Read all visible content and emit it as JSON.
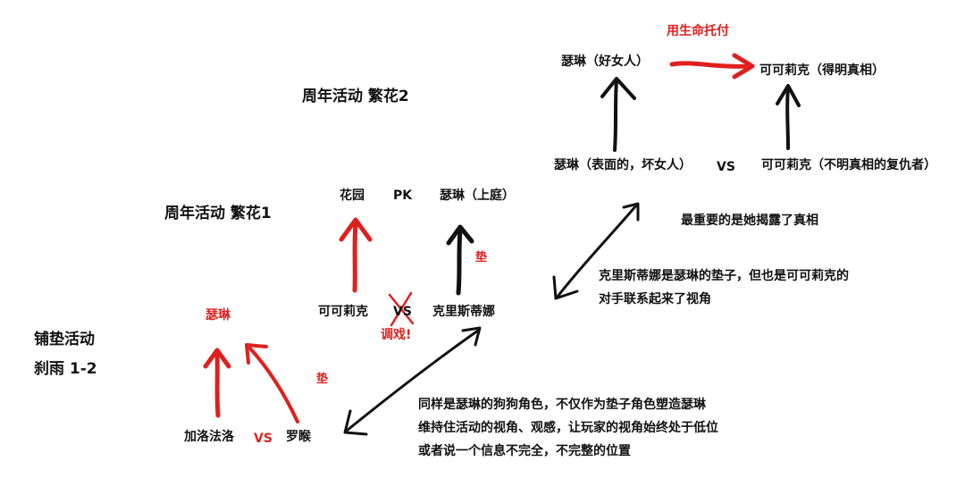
{
  "labels": {
    "event_anniversary_2": "周年活动 繁花2",
    "event_anniversary_1": "周年活动 繁花1",
    "event_setup_line1": "铺垫活动",
    "event_setup_line2": "刹雨 1-2",
    "selin_good": "瑟琳（好女人）",
    "kekelike_truth": "可可莉克（得明真相）",
    "entrust_life": "用生命托付",
    "selin_surface": "瑟琳（表面的，坏女人）",
    "vs_top": "VS",
    "kekelike_avenger": "可可莉克（不明真相的复仇者）",
    "most_important": "最重要的是她揭露了真相",
    "garden": "花园",
    "pk": "PK",
    "selin_court": "瑟琳（上庭）",
    "dian_right": "垫",
    "kekelike_mid": "可可莉克",
    "vs_mid": "VS",
    "christina": "克里斯蒂娜",
    "tease": "调戏!",
    "selin_left": "瑟琳",
    "dian_left": "垫",
    "jialuo": "加洛法洛",
    "vs_bottom": "VS",
    "luohou": "罗睺",
    "christina_note_line1": "克里斯蒂娜是瑟琳的垫子，但也是可可莉克的",
    "christina_note_line2": "对手联系起来了视角",
    "bottom_note_line1": "同样是瑟琳的狗狗角色，不仅作为垫子角色塑造瑟琳",
    "bottom_note_line2": "维持住活动的视角、观感，让玩家的视角始终处于低位",
    "bottom_note_line3": "或者说一个信息不完全，不完整的位置"
  },
  "colors": {
    "ink": "#111111",
    "accent_red": "#e0201e",
    "background": "#ffffff"
  }
}
